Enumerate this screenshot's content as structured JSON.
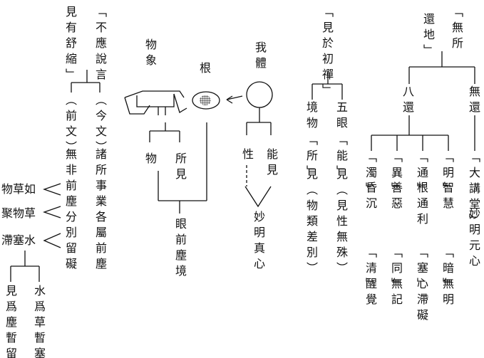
{
  "right_block": {
    "title_col1": "「無所",
    "title_col2": "還地」",
    "ba_huan": "八還",
    "wu_huan": "無還",
    "huan_items": [
      {
        "label": "「明」",
        "desc": "智慧"
      },
      {
        "label": "「通」",
        "desc": "根通利"
      },
      {
        "label": "「異」",
        "desc": "善惡"
      },
      {
        "label": "「濁」",
        "desc": "昏沉"
      }
    ],
    "huan_items2": [
      {
        "label": "「暗」",
        "desc": "無明"
      },
      {
        "label": "「塞」",
        "desc": "心滯礙"
      },
      {
        "label": "「同」",
        "desc": "無記"
      },
      {
        "label": "「清」",
        "desc": "醒覺"
      }
    ],
    "dajiangtang": "「大講堂」",
    "miaomingyuanxin": "妙明元心"
  },
  "middle_right": {
    "title": "「見於初禪」",
    "wuyan": "五眼",
    "jingwu": "境物",
    "neng": "「能」",
    "neng_desc": "見（見性無殊）",
    "suo": "「所」",
    "suo_desc": "見（物類差別）"
  },
  "center": {
    "woti": "我體",
    "gen": "根",
    "wuxiang": "物象",
    "xing": "性",
    "nengjian": "能見",
    "wu": "物",
    "suojian": "所見",
    "miaomingzhenxin": "妙明真心",
    "yanqianchenjing": "眼前塵境"
  },
  "left_block": {
    "title1": "「不應說言",
    "title2": "見有舒縮」",
    "jin": "（今文）",
    "jin_desc": "諸所事業各屬前塵",
    "qian": "（前文）",
    "qian_desc": "無非前塵分別留礙",
    "rows": [
      "物草如",
      "聚物草",
      "滯塞水"
    ],
    "bottom1": "水爲草暫塞",
    "bottom2": "見爲塵暫留"
  }
}
